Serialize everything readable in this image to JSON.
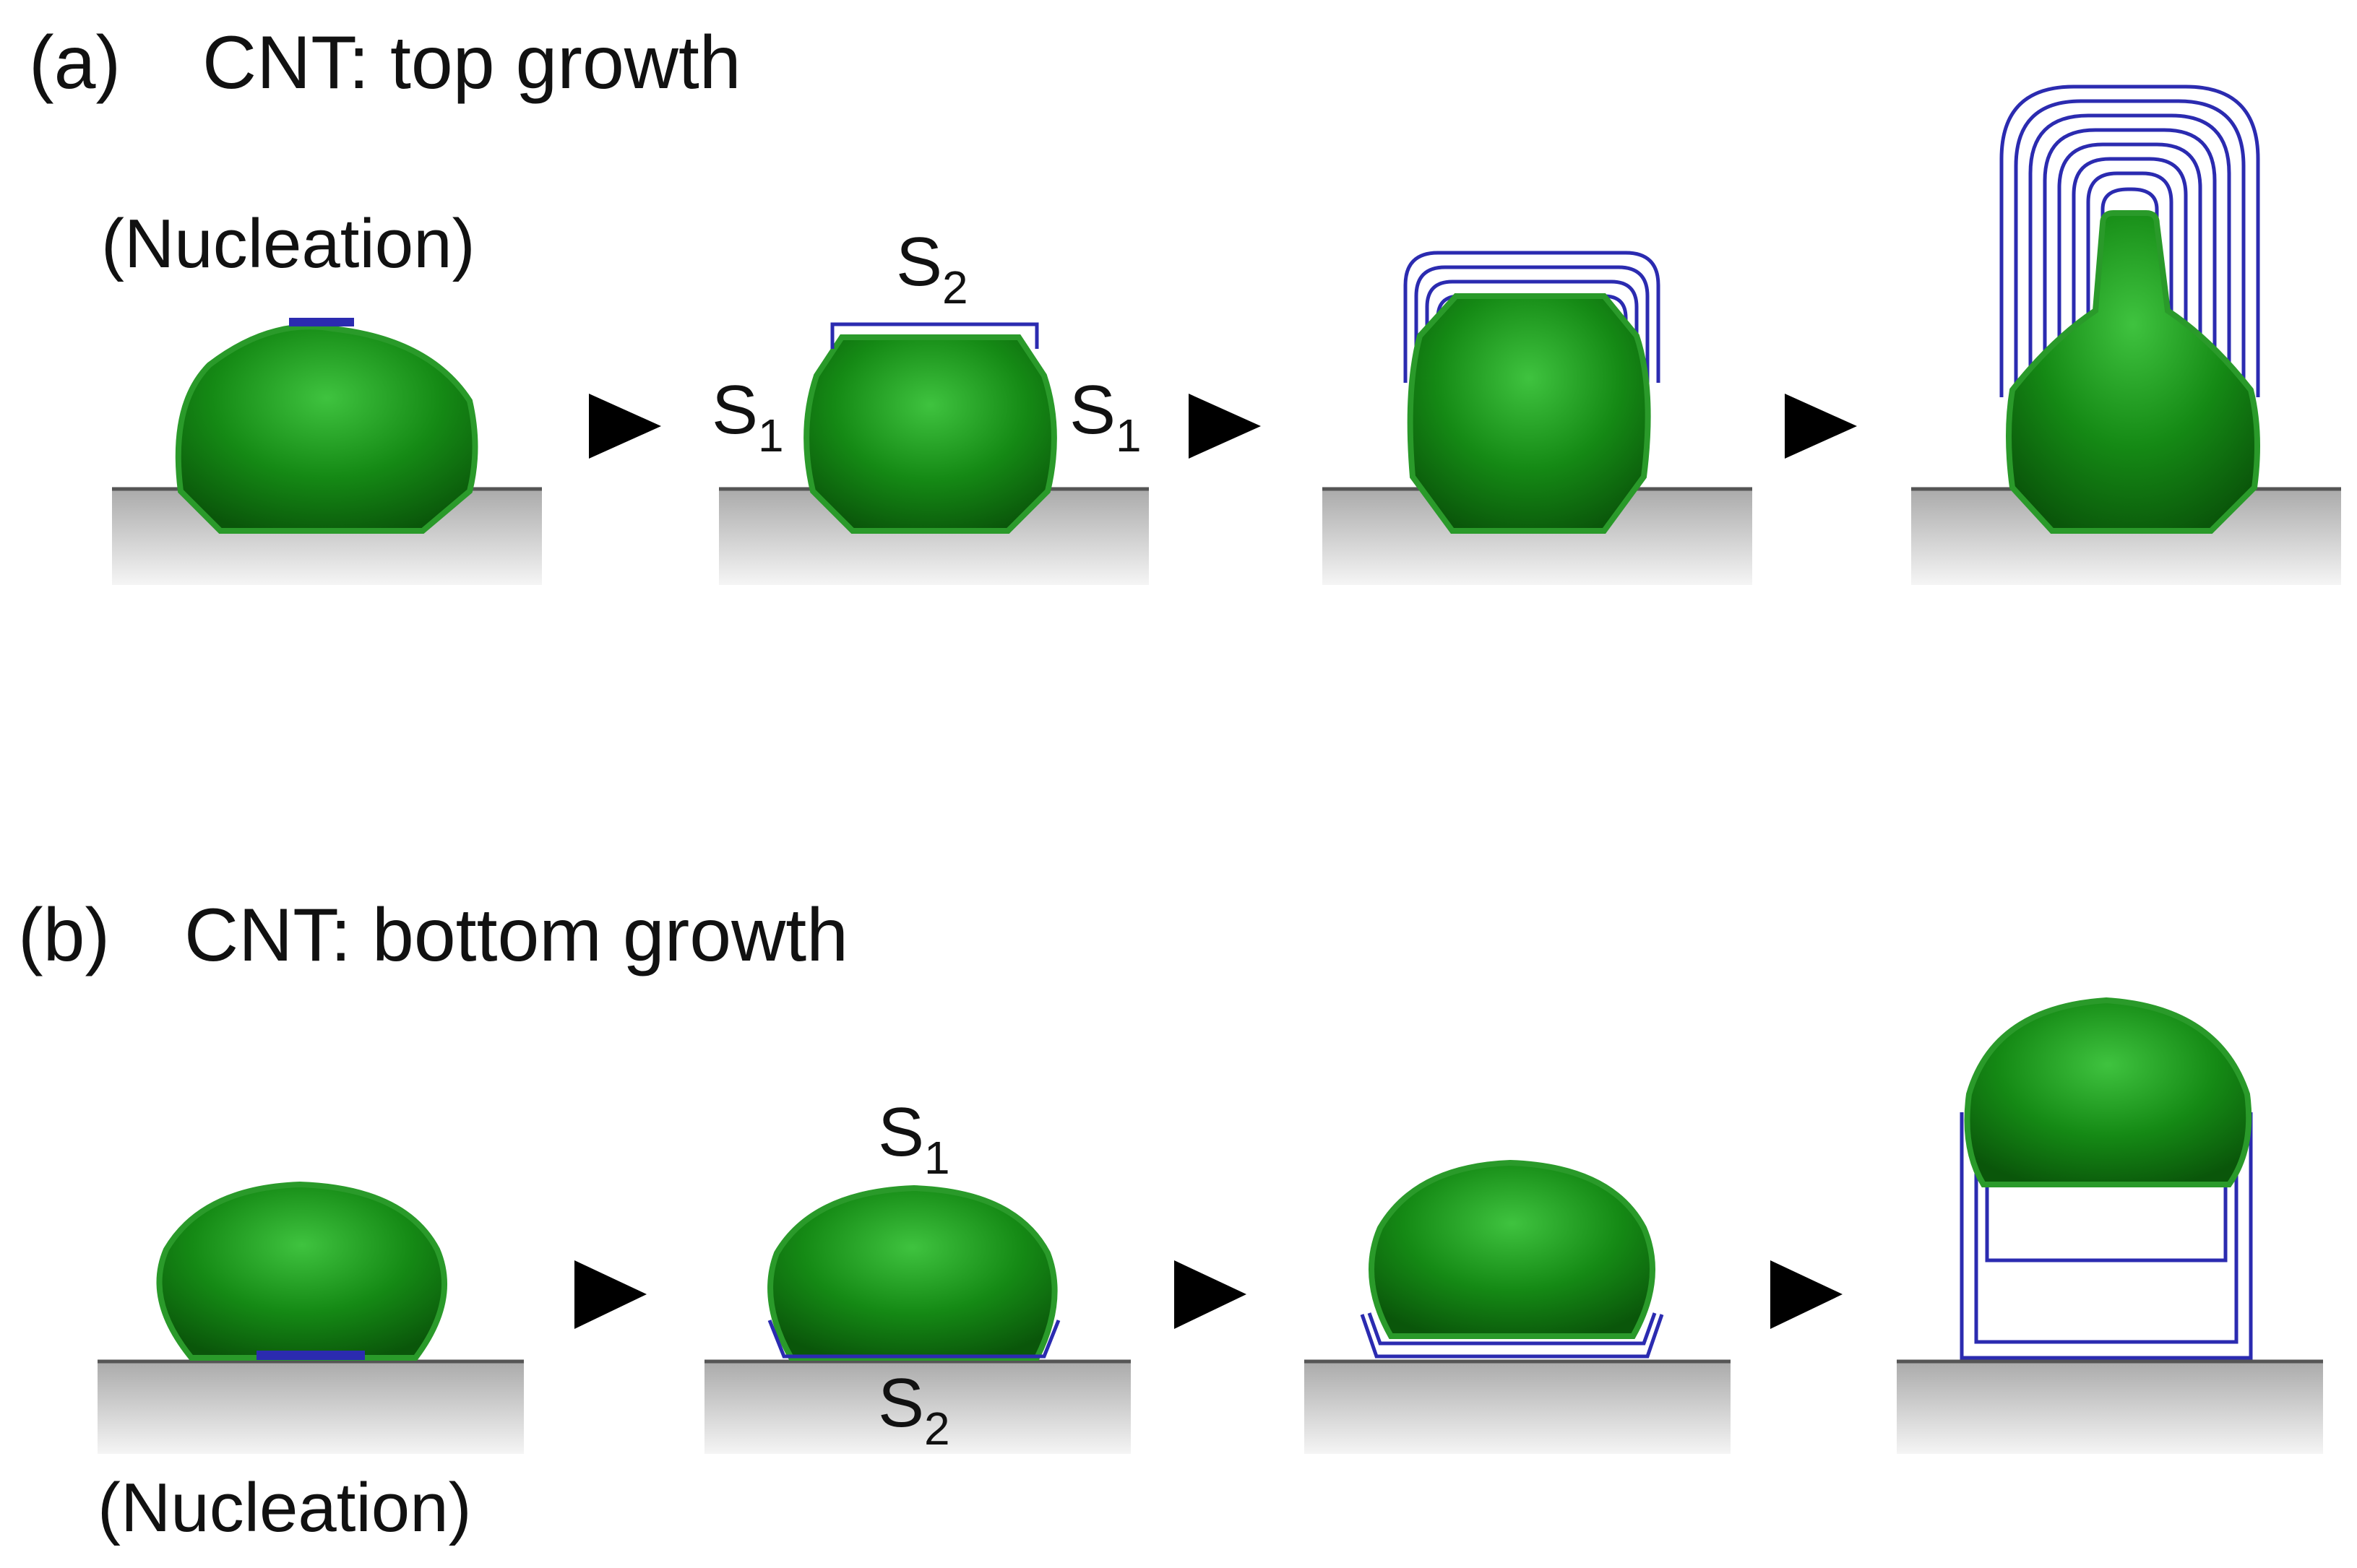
{
  "colors": {
    "catalyst": "#1f8f1f",
    "catalyst_edge": "#2a9a2a",
    "nanotube": "#2b2bb0",
    "substrate": "#cfcfcf",
    "arrow": "#000000"
  },
  "panel_a": {
    "letter": "(a)",
    "title": "CNT: top growth",
    "nucleation": "(Nucleation)",
    "s2": {
      "main": "S",
      "sub": "2"
    },
    "s1_left": {
      "main": "S",
      "sub": "1"
    },
    "s1_right": {
      "main": "S",
      "sub": "1"
    }
  },
  "panel_b": {
    "letter": "(b)",
    "title": "CNT: bottom growth",
    "nucleation": "(Nucleation)",
    "s1": {
      "main": "S",
      "sub": "1"
    },
    "s2": {
      "main": "S",
      "sub": "2"
    }
  }
}
